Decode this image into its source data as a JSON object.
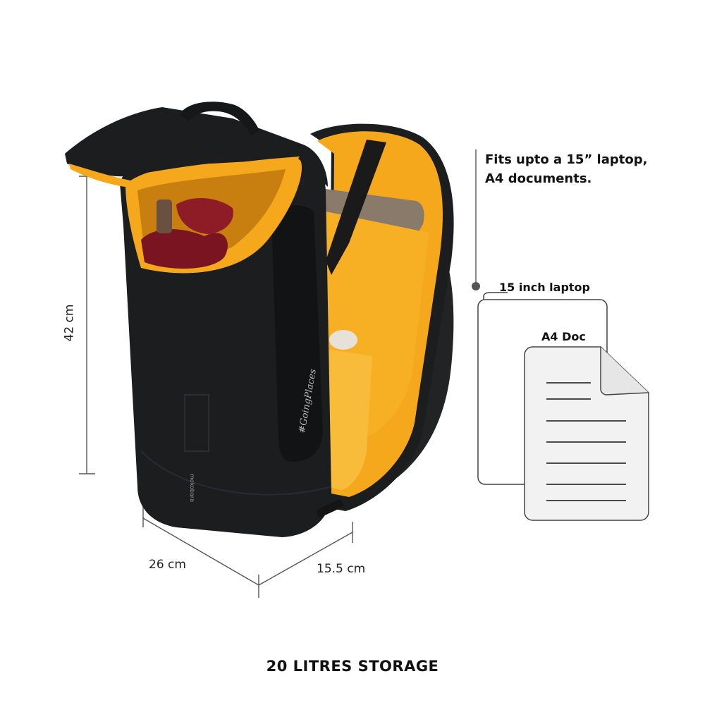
{
  "dimensions": {
    "height": "42 cm",
    "width": "26 cm",
    "depth": "15.5 cm"
  },
  "callout": {
    "line1": "Fits upto a 15” laptop,",
    "line2": "A4 documents."
  },
  "laptop_label": "15 inch laptop",
  "a4_label": "A4 Doc",
  "footer": "20 LITRES STORAGE",
  "backpack": {
    "brand_mark": "mokobara",
    "signature": "#GoingPlaces"
  },
  "colors": {
    "bag_body": "#1c1d1f",
    "bag_lining": "#f5a81c",
    "accent_line": "#444444"
  }
}
